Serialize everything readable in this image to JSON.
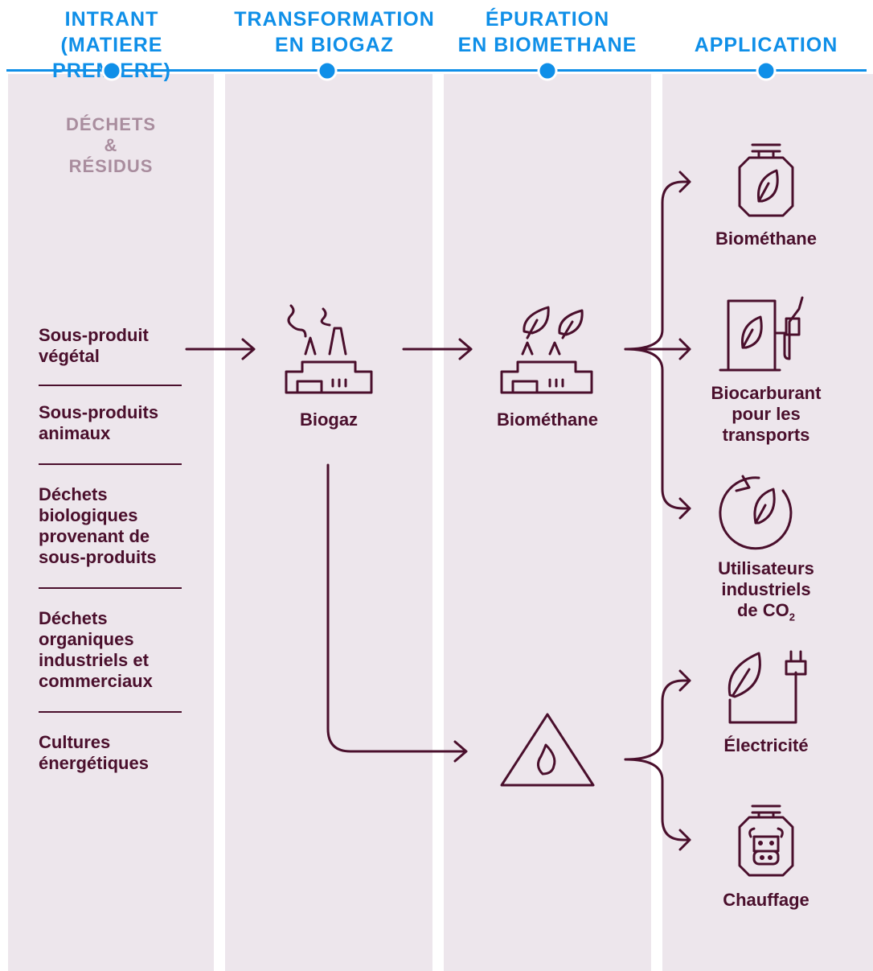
{
  "headers": [
    {
      "label": "INTRANT\n(MATIERE PREMIERE)"
    },
    {
      "label": "TRANSFORMATION\nEN BIOGAZ"
    },
    {
      "label": "ÉPURATION\nEN BIOMETHANE"
    },
    {
      "label": "APPLICATION"
    }
  ],
  "inputs": {
    "title": "DÉCHETS\n&\nRÉSIDUS",
    "items": [
      "Sous-produit\nvégétal",
      "Sous-produits\nanimaux",
      "Déchets\nbiologiques\nprovenant de\nsous-produits",
      "Déchets\norganiques\nindustriels et\ncommerciaux",
      "Cultures\nénergétiques"
    ]
  },
  "process": {
    "biogas_label": "Biogaz",
    "biomethane_label": "Biométhane"
  },
  "applications": {
    "biomethane": "Biométhane",
    "biofuel": "Biocarburant\npour les\ntransports",
    "co2_prefix": "Utilisateurs\nindustriels\nde CO",
    "co2_sub": "2",
    "electricity": "Électricité",
    "heating": "Chauffage"
  },
  "colors": {
    "accent": "#0f8fe8",
    "ink": "#4a0f2c",
    "muted": "#a98d9e",
    "column_bg": "#ede6ec"
  }
}
